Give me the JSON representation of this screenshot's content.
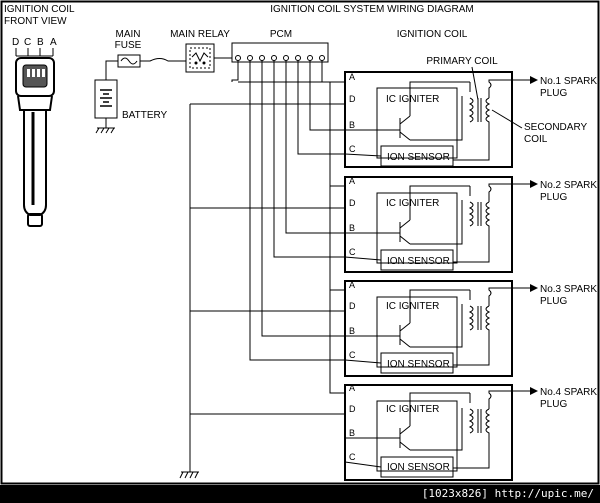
{
  "title": "IGNITION COIL SYSTEM WIRING DIAGRAM",
  "front_view": {
    "line1": "IGNITION COIL",
    "line2": "FRONT VIEW",
    "pins": [
      "D",
      "C",
      "B",
      "A"
    ]
  },
  "labels": {
    "main_fuse_1": "MAIN",
    "main_fuse_2": "FUSE",
    "main_relay": "MAIN RELAY",
    "pcm": "PCM",
    "ignition_coil": "IGNITION COIL",
    "battery": "BATTERY",
    "primary_coil": "PRIMARY COIL",
    "secondary_coil_1": "SECONDARY",
    "secondary_coil_2": "COIL"
  },
  "coils": [
    {
      "plug_1": "No.1 SPARK",
      "plug_2": "PLUG",
      "igniter": "IC IGNITER",
      "sensor": "ION SENSOR",
      "pins": [
        "A",
        "D",
        "B",
        "C"
      ]
    },
    {
      "plug_1": "No.2 SPARK",
      "plug_2": "PLUG",
      "igniter": "IC IGNITER",
      "sensor": "ION SENSOR",
      "pins": [
        "A",
        "D",
        "B",
        "C"
      ]
    },
    {
      "plug_1": "No.3 SPARK",
      "plug_2": "PLUG",
      "igniter": "IC IGNITER",
      "sensor": "ION SENSOR",
      "pins": [
        "A",
        "D",
        "B",
        "C"
      ]
    },
    {
      "plug_1": "No.4 SPARK",
      "plug_2": "PLUG",
      "igniter": "IC IGNITER",
      "sensor": "ION SENSOR",
      "pins": [
        "A",
        "D",
        "B",
        "C"
      ]
    }
  ],
  "footer": "[1023x826] http://upic.me/"
}
